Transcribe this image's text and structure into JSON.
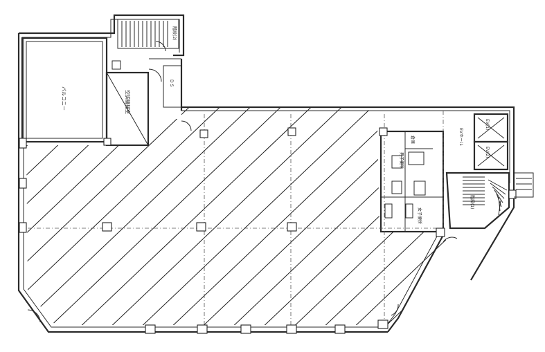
{
  "plan": {
    "labels": {
      "elevator_1": "EV(1)",
      "elevator_2": "EV(2)",
      "elevator_hall": "EVホール",
      "stair_1": "階段(1)",
      "stair_2": "階段(2)",
      "storage": "倉庫",
      "mens_toilet": "男子便所",
      "womens_toilet": "女子便所",
      "balcony": "バルコニー",
      "machine_room": "空調機械室",
      "duct": "D S"
    }
  }
}
